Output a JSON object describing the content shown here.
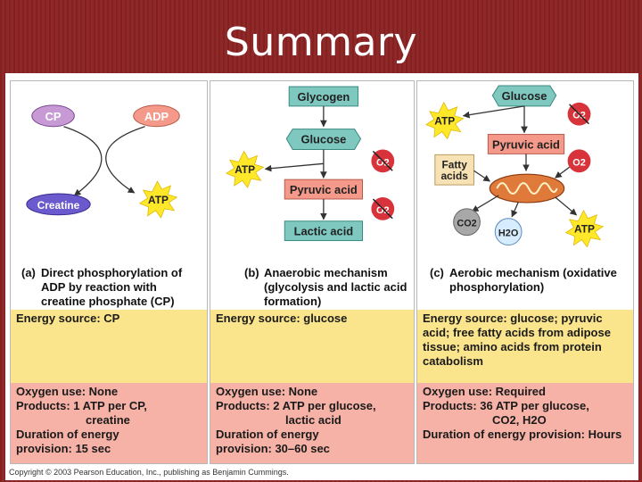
{
  "slide": {
    "title": "Summary",
    "copyright": "Copyright © 2003 Pearson Education, Inc., publishing as Benjamin Cummings."
  },
  "panel_a": {
    "cp": "CP",
    "adp": "ADP",
    "creatine": "Creatine",
    "atp": "ATP",
    "caption_tag": "(a)",
    "caption": "Direct phosphorylation of ADP by reaction with creatine phosphate (CP)",
    "energy": "Energy source: CP",
    "oxygen": "Oxygen use: None",
    "products": "Products: 1 ATP per CP,",
    "products2": "creatine",
    "duration": "Duration of energy provision: 15 sec"
  },
  "panel_b": {
    "glycogen": "Glycogen",
    "glucose": "Glucose",
    "atp": "ATP",
    "pyruvic": "Pyruvic acid",
    "lactic": "Lactic acid",
    "o2": "O2",
    "caption_tag": "(b)",
    "caption": "Anaerobic mechanism (glycolysis and lactic acid formation)",
    "energy": "Energy source: glucose",
    "oxygen": "Oxygen use: None",
    "products": "Products: 2 ATP per glucose,",
    "products2": "lactic acid",
    "duration": "Duration of energy provision: 30–60 sec"
  },
  "panel_c": {
    "glucose": "Glucose",
    "atp_top": "ATP",
    "pyruvic": "Pyruvic acid",
    "fatty": "Fatty acids",
    "o2": "O2",
    "co2": "CO2",
    "h2o": "H2O",
    "atp_bottom": "ATP",
    "caption_tag": "(c)",
    "caption": "Aerobic mechanism (oxidative phosphorylation)",
    "energy": "Energy source: glucose; pyruvic acid; free fatty acids from adipose tissue; amino acids from protein catabolism",
    "oxygen": "Oxygen use: Required",
    "products": "Products: 36 ATP per glucose,",
    "products2": "CO2, H2O",
    "duration": "Duration of energy provision: Hours"
  },
  "colors": {
    "slide_bg": "#8b2222",
    "panel_yellow": "#fbe58c",
    "panel_pink": "#f6b2a6",
    "glucose_teal": "#7ec8c0",
    "pyruvic_pink": "#f59a8a",
    "cp_purple": "#c79ad6",
    "atp_yellow": "#ffe82a",
    "o2_red": "#d8333a"
  }
}
